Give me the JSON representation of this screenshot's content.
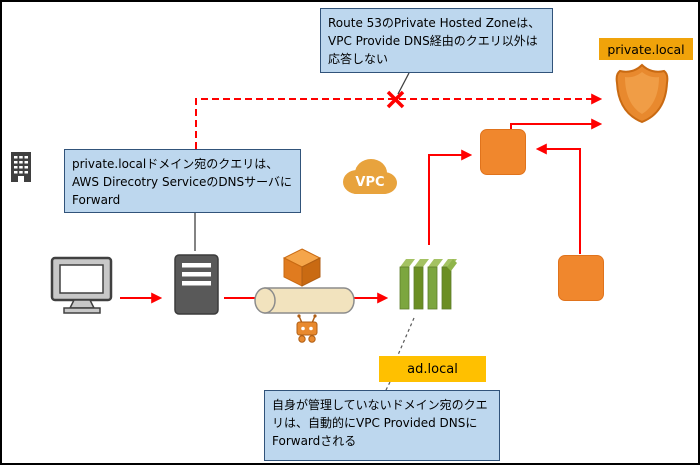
{
  "diagram": {
    "callouts": {
      "route53_phz": "Route 53のPrivate Hosted Zoneは、VPC Provide DNS経由のクエリ以外は応答しない",
      "onprem_forward": "private.localドメイン宛のクエリは、AWS Direcotry ServiceのDNSサーバにForward",
      "vpc_dns_forward": "自身が管理していないドメイン宛のクエリは、自動的にVPC Provided DNSにForwardされる"
    },
    "labels": {
      "private_local": "private.local",
      "ad_local": "ad.local",
      "vpc": "VPC"
    },
    "icons": [
      "building-icon",
      "computer-icon",
      "dns-server-icon",
      "package-icon",
      "tunnel-cylinder-icon",
      "gateway-icon",
      "vpc-cloud-icon",
      "directory-service-icon",
      "instance-icon-top",
      "instance-icon-bottom",
      "hosted-zone-shield-icon",
      "blocked-x-icon"
    ],
    "colors": {
      "callout_bg": "#BDD7EE",
      "callout_border": "#31537A",
      "arrow_red": "#FF0000",
      "label_orange_bg": "#F0A30A",
      "label_yellow_bg": "#FFC000",
      "aws_orange": "#F0872D",
      "directory_green": "#7CA63F",
      "server_gray": "#595959",
      "cylinder_tan": "#F2E3BE"
    }
  }
}
